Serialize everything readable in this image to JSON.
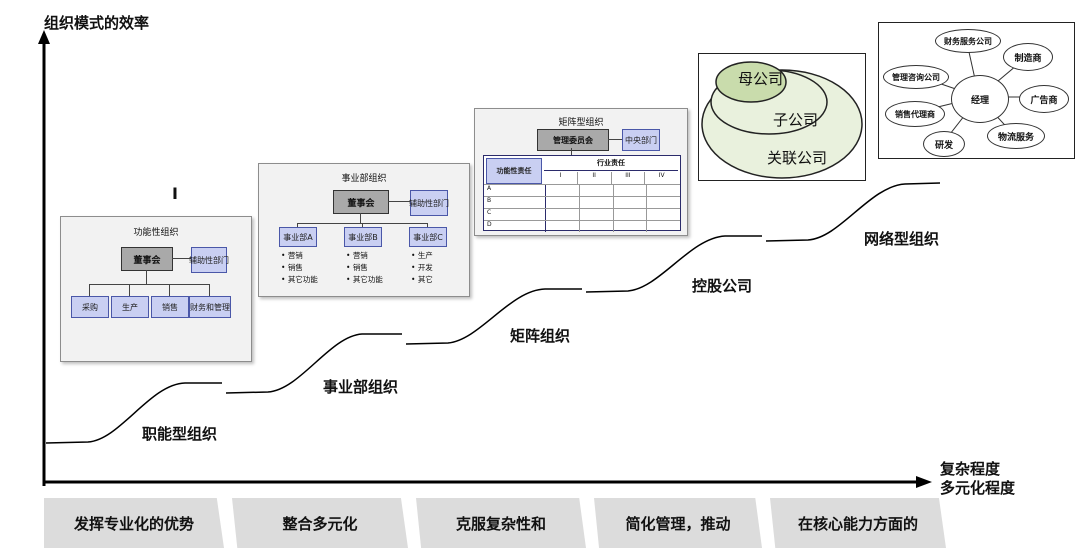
{
  "y_axis_title": "组织模式的效率",
  "x_axis_title": [
    "复杂程度",
    "多元化程度"
  ],
  "stages": [
    "职能型组织",
    "事业部组织",
    "矩阵组织",
    "控股公司",
    "网络型组织"
  ],
  "roman_mark": "I",
  "functional": {
    "title": "功能性组织",
    "board": "董事会",
    "aux": "辅助性部门",
    "departments": [
      "采购",
      "生产",
      "销售",
      "财务和管理"
    ]
  },
  "divisional": {
    "title": "事业部组织",
    "board": "董事会",
    "aux": "辅助性部门",
    "divisions": [
      {
        "name": "事业部A",
        "items": [
          "营销",
          "销售",
          "其它功能"
        ]
      },
      {
        "name": "事业部B",
        "items": [
          "营销",
          "销售",
          "其它功能"
        ]
      },
      {
        "name": "事业部C",
        "items": [
          "生产",
          "开发",
          "其它"
        ]
      }
    ]
  },
  "matrix": {
    "title": "矩阵型组织",
    "committee": "管理委员会",
    "central": "中央部门",
    "function_header": "功能性责任",
    "industry_header": "行业责任",
    "columns": [
      "I",
      "II",
      "III",
      "IV"
    ],
    "rows": [
      "A",
      "B",
      "C",
      "D"
    ]
  },
  "holding": {
    "parent": "母公司",
    "subsidiary": "子公司",
    "affiliate": "关联公司"
  },
  "network": {
    "center": "经理",
    "nodes": [
      "财务服务公司",
      "制造商",
      "管理咨询公司",
      "广告商",
      "销售代理商",
      "物流服务",
      "研发"
    ]
  },
  "bottom_labels": [
    "发挥专业化的优势",
    "整合多元化",
    "克服复杂性和",
    "简化管理，推动",
    "在核心能力方面的"
  ]
}
